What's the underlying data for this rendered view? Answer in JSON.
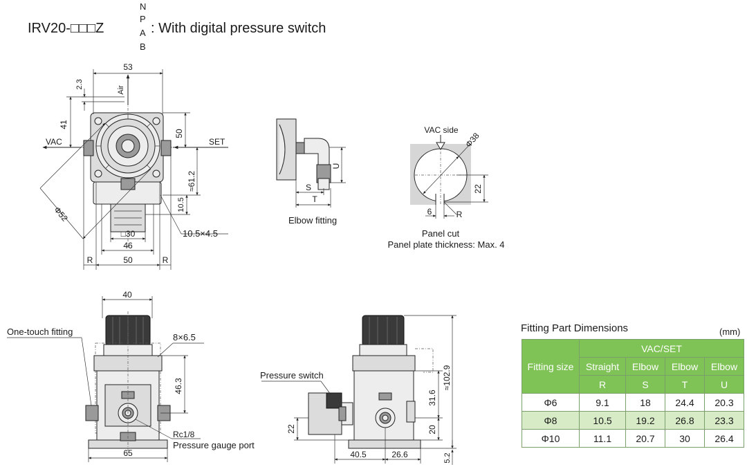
{
  "title": {
    "prefix": "IRV20-□□□Z",
    "suffix_stack": [
      "N",
      "P",
      "A",
      "B"
    ],
    "description": ": With digital pressure switch"
  },
  "front_view": {
    "dim_width_top": "53",
    "dim_top_offset": "2.3",
    "air_label": "Air",
    "dim_41": "41",
    "dim_50_vertical": "50",
    "vac_label": "VAC",
    "set_label": "SET",
    "dim_diameter": "Φ52",
    "dim_61_2": "≈61.2",
    "dim_10_5": "10.5",
    "dim_slot": "10.5×4.5",
    "dim_square": "□30",
    "dim_46": "46",
    "dim_50_bottom": "50",
    "dim_r_left": "R",
    "dim_r_right": "R"
  },
  "elbow_fitting": {
    "label": "Elbow fitting",
    "dim_u": "U",
    "dim_s": "S",
    "dim_t": "T"
  },
  "panel_cut": {
    "vac_side": "VAC side",
    "dim_diameter": "Φ38",
    "dim_22": "22",
    "dim_6": "6",
    "dim_r": "R",
    "label": "Panel cut",
    "note": "Panel plate thickness: Max. 4"
  },
  "bottom_front_view": {
    "dim_40": "40",
    "one_touch_label": "One-touch fitting",
    "dim_holes": "8×6.5",
    "dim_46_3": "46.3",
    "port_rc": "Rc1/8",
    "gauge_port_label": "Pressure gauge port",
    "dim_65": "65"
  },
  "side_view": {
    "pressure_switch_label": "Pressure switch",
    "dim_102_9": "≈102.9",
    "dim_31_6": "31.6",
    "dim_20": "20",
    "dim_22": "22",
    "dim_40_5": "40.5",
    "dim_26_6": "26.6",
    "dim_5_2": "5.2"
  },
  "fitting_table": {
    "title": "Fitting Part Dimensions",
    "unit": "(mm)",
    "group_header": "VAC/SET",
    "row_header": "Fitting size",
    "types": [
      "Straight",
      "Elbow",
      "Elbow",
      "Elbow"
    ],
    "symbols": [
      "R",
      "S",
      "T",
      "U"
    ],
    "rows": [
      {
        "size": "Φ6",
        "values": [
          "9.1",
          "18",
          "24.4",
          "20.3"
        ]
      },
      {
        "size": "Φ8",
        "values": [
          "10.5",
          "19.2",
          "26.8",
          "23.3"
        ]
      },
      {
        "size": "Φ10",
        "values": [
          "11.1",
          "20.7",
          "30",
          "26.4"
        ]
      }
    ]
  }
}
